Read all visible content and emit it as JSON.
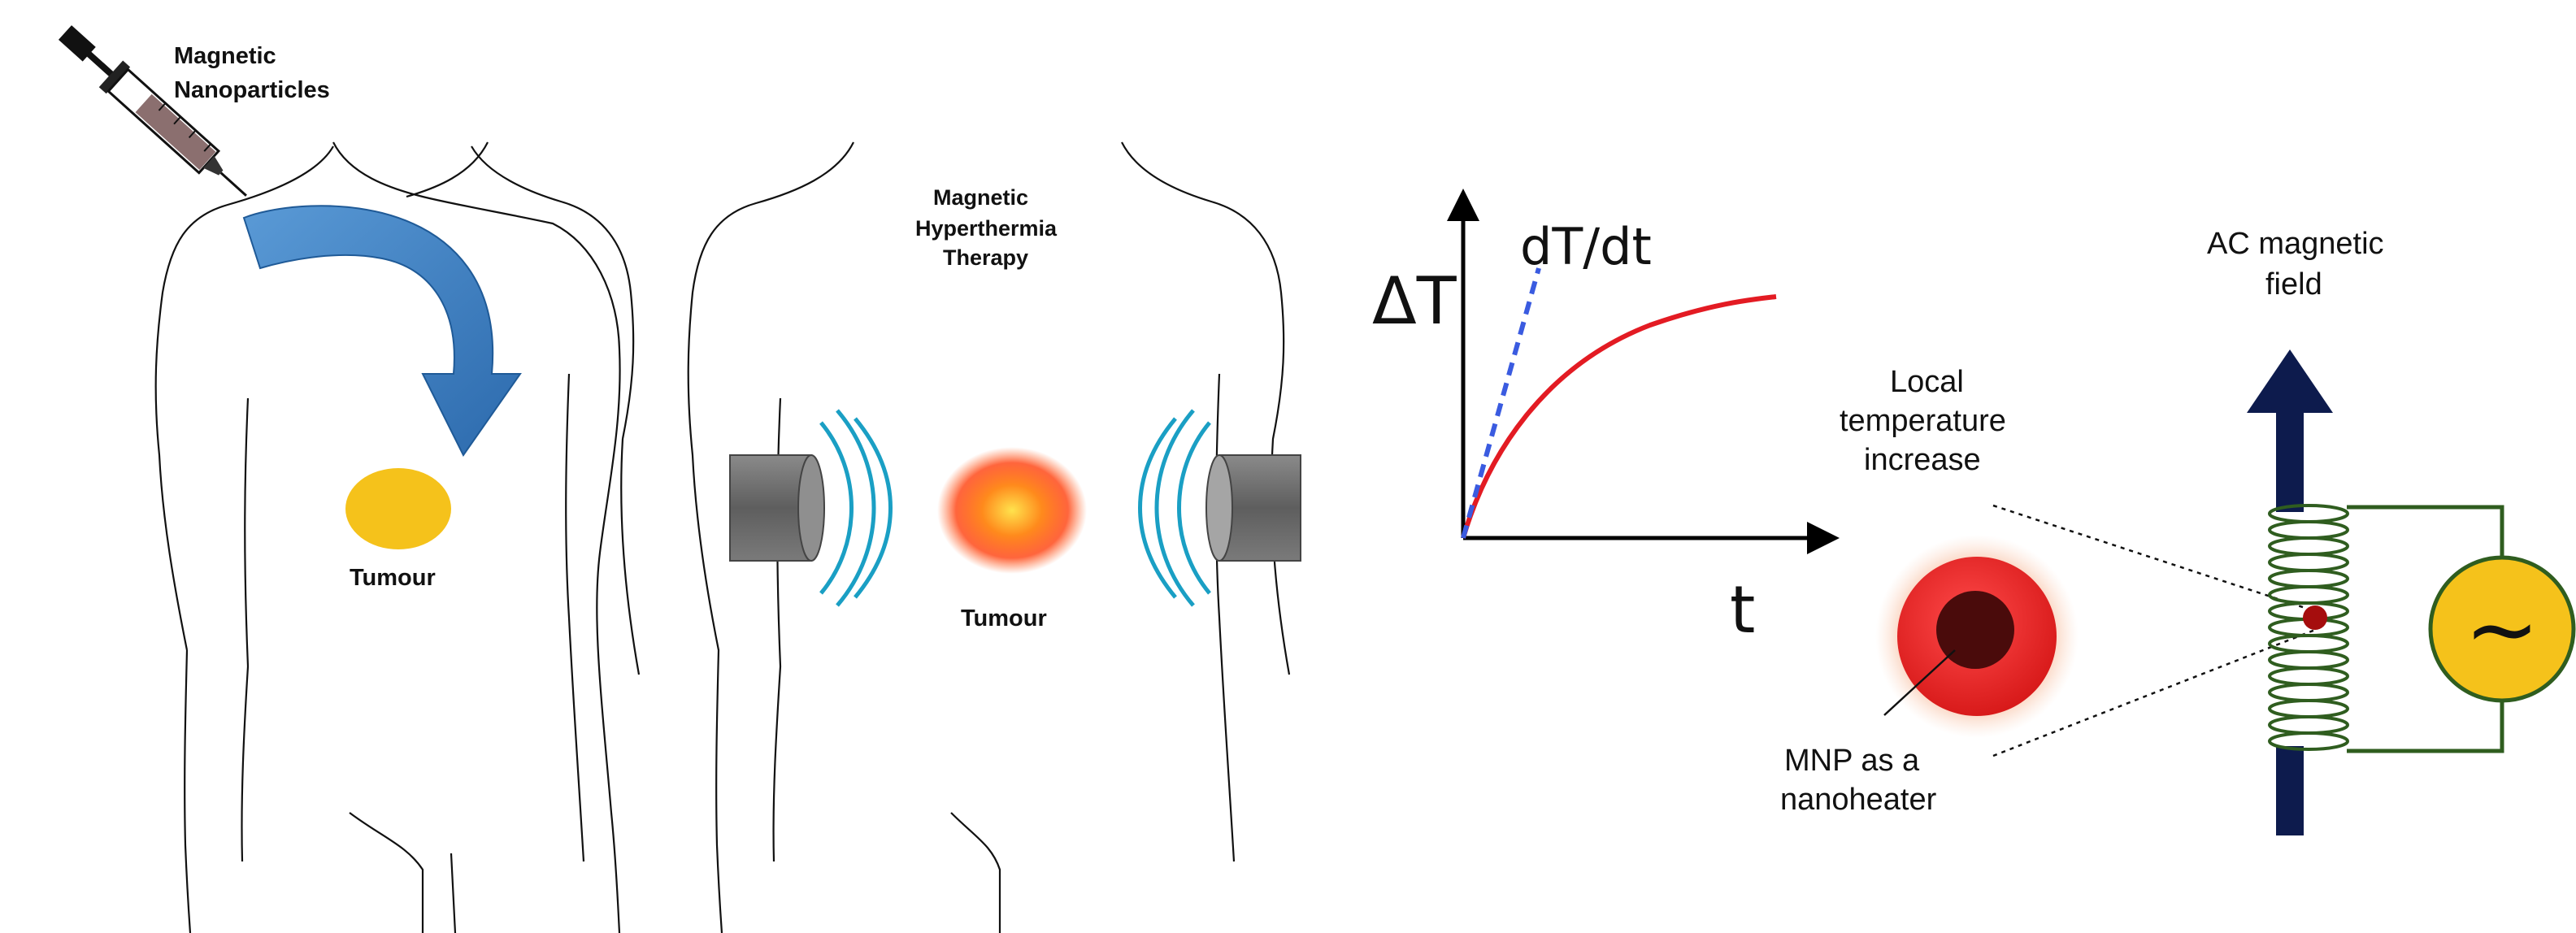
{
  "panel1": {
    "syringe_label_line1": "Magnetic",
    "syringe_label_line2": "Nanoparticles",
    "tumour_label": "Tumour"
  },
  "panel2": {
    "therapy_label_line1": "Magnetic",
    "therapy_label_line2": "Hyperthermia",
    "therapy_label_line3": "Therapy",
    "tumour_label": "Tumour"
  },
  "panel3": {
    "graph_y_label": "ΔT",
    "graph_x_label": "t",
    "slope_label": "dT/dt",
    "local_temp_line1": "Local",
    "local_temp_line2": "temperature",
    "local_temp_line3": "increase",
    "mnp_line1": "MNP as a",
    "mnp_line2": "nanoheater",
    "ac_field_line1": "AC magnetic",
    "ac_field_line2": "field",
    "ac_source_symbol": "~"
  },
  "colors": {
    "arrow_blue": "#3d7fc1",
    "tumour_yellow": "#f5c21b",
    "heat_red": "#e31b23",
    "coil_green": "#2f5d1f",
    "field_arrow_navy": "#0d1b4d",
    "wave_teal": "#1a9fc4",
    "magnet_gray": "#6b6b6b"
  }
}
